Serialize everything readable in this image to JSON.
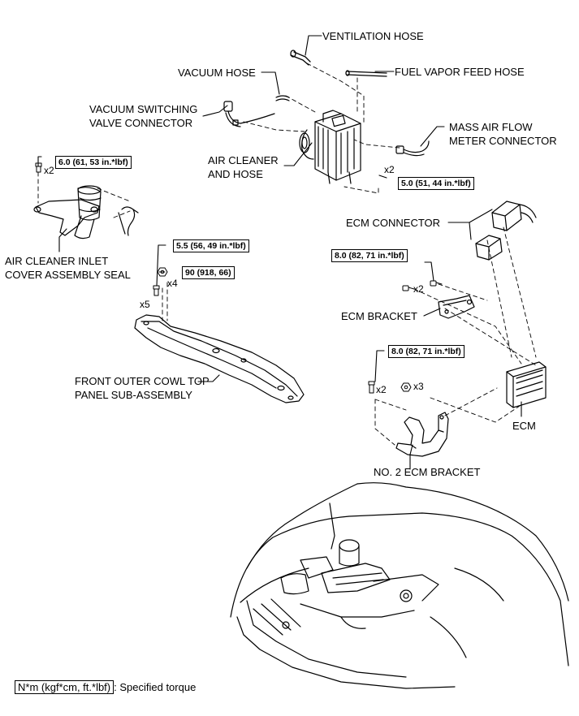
{
  "labels": {
    "ventilation_hose": "VENTILATION HOSE",
    "vacuum_hose": "VACUUM HOSE",
    "fuel_vapor_feed_hose": "FUEL VAPOR FEED HOSE",
    "vacuum_switching_valve_connector": [
      "VACUUM SWITCHING",
      "VALVE CONNECTOR"
    ],
    "mass_air_flow_meter_connector": [
      "MASS AIR FLOW",
      "METER CONNECTOR"
    ],
    "air_cleaner_and_hose": [
      "AIR CLEANER",
      "AND HOSE"
    ],
    "air_cleaner_inlet_cover_assembly_seal": [
      "AIR CLEANER INLET",
      "COVER ASSEMBLY SEAL"
    ],
    "ecm_connector": "ECM CONNECTOR",
    "ecm_bracket": "ECM BRACKET",
    "front_outer_cowl_top_panel": [
      "FRONT OUTER COWL TOP",
      "PANEL SUB-ASSEMBLY"
    ],
    "ecm": "ECM",
    "no2_ecm_bracket": "NO. 2 ECM BRACKET"
  },
  "torques": {
    "inlet_cover_bolt": "6.0 (61, 53 in.*lbf)",
    "air_cleaner_bolt": "5.0 (51, 44 in.*lbf)",
    "cowl_bolt": "5.5 (56, 49 in.*lbf)",
    "cowl_nut": "90 (918, 66)",
    "ecm_bracket_bolt": "8.0 (82, 71 in.*lbf)",
    "no2_ecm_bracket_bolt": "8.0 (82, 71 in.*lbf)"
  },
  "quantities": {
    "inlet_cover_bolt": "x2",
    "air_cleaner_bolt": "x2",
    "cowl_bolt": "x5",
    "cowl_nut": "x4",
    "ecm_bracket_bolt": "x2",
    "no2_ecm_bracket_bolt": "x2",
    "no2_ecm_bracket_nut": "x3"
  },
  "legend": {
    "unit_box": "N*m (kgf*cm, ft.*lbf)",
    "description": ": Specified torque"
  }
}
